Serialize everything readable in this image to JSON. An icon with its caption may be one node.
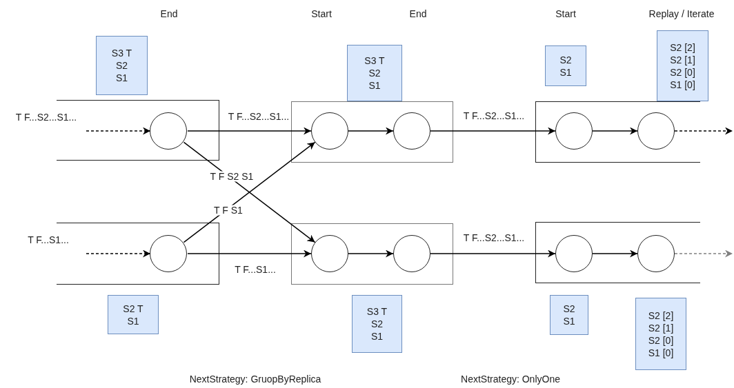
{
  "diagram": {
    "nodes": [
      {
        "text": [],
        "shape": "box"
      },
      {
        "text": [],
        "shape": "circle",
        "in": 0
      },
      {
        "text": [],
        "shape": "box"
      },
      {
        "text": [],
        "shape": "circle",
        "in": 2
      },
      {
        "text": [],
        "shape": "circle",
        "in": 2
      },
      {
        "text": [],
        "shape": "box"
      },
      {
        "text": [],
        "shape": "circle",
        "in": 5
      },
      {
        "text": [],
        "shape": "circle",
        "in": 5
      },
      {
        "text": [],
        "shape": "box"
      },
      {
        "text": [],
        "shape": "circle",
        "in": 8
      },
      {
        "text": [],
        "shape": "box"
      },
      {
        "text": [],
        "shape": "circle",
        "in": 10
      },
      {
        "text": [],
        "shape": "circle",
        "in": 10
      },
      {
        "text": [],
        "shape": "box"
      },
      {
        "text": [],
        "shape": "circle",
        "in": 13
      },
      {
        "text": [],
        "shape": "circle",
        "in": 13
      },
      {
        "text": [
          "S3 T",
          "S2",
          "S1"
        ]
      },
      {
        "text": [
          "S3 T",
          "S2",
          "S1"
        ]
      },
      {
        "text": [
          "S2",
          "S1"
        ]
      },
      {
        "text": [
          "S2 [2]",
          "S2 [1]",
          "S2 [0]",
          "S1 [0]"
        ]
      },
      {
        "text": [
          "S2 T",
          "S1"
        ]
      },
      {
        "text": [
          "S3 T",
          "S2",
          "S1"
        ]
      },
      {
        "text": [
          "S2",
          "S1"
        ]
      },
      {
        "text": [
          "S2 [2]",
          "S2 [1]",
          "S2 [0]",
          "S1 [0]"
        ]
      }
    ],
    "edges": [
      {
        "from": null,
        "to": 1,
        "arrow": "to",
        "style": "dashed",
        "label": "T F...S2...S1..."
      },
      {
        "from": null,
        "to": 9,
        "arrow": "to",
        "style": "dashed",
        "label": "T F...S1..."
      },
      {
        "from": 1,
        "to": 3,
        "arrow": "to",
        "label": "T F...S2...S1..."
      },
      {
        "from": 1,
        "to": 11,
        "arrow": "to",
        "label": "T F S2 S1"
      },
      {
        "from": 9,
        "to": 3,
        "arrow": "to",
        "label": "T F S1"
      },
      {
        "from": 9,
        "to": 11,
        "arrow": "to",
        "label": "T F...S1..."
      },
      {
        "from": 3,
        "to": 4,
        "arrow": "to"
      },
      {
        "from": 11,
        "to": 12,
        "arrow": "to"
      },
      {
        "from": 4,
        "to": 6,
        "arrow": "to",
        "label": "T F...S2...S1..."
      },
      {
        "from": 12,
        "to": 14,
        "arrow": "to",
        "label": "T F...S2...S1..."
      },
      {
        "from": 6,
        "to": 7,
        "arrow": "to"
      },
      {
        "from": 14,
        "to": 15,
        "arrow": "to"
      },
      {
        "from": 7,
        "to": null,
        "arrow": "to",
        "style": "dashed"
      },
      {
        "from": 15,
        "to": null,
        "arrow": "to",
        "style": "dashed",
        "color": "#808080"
      }
    ],
    "labels": [
      "End",
      "Start",
      "End",
      "Start",
      "Replay / Iterate",
      "NextStrategy: GruopByReplica",
      "NextStrategy: OnlyOne"
    ]
  }
}
